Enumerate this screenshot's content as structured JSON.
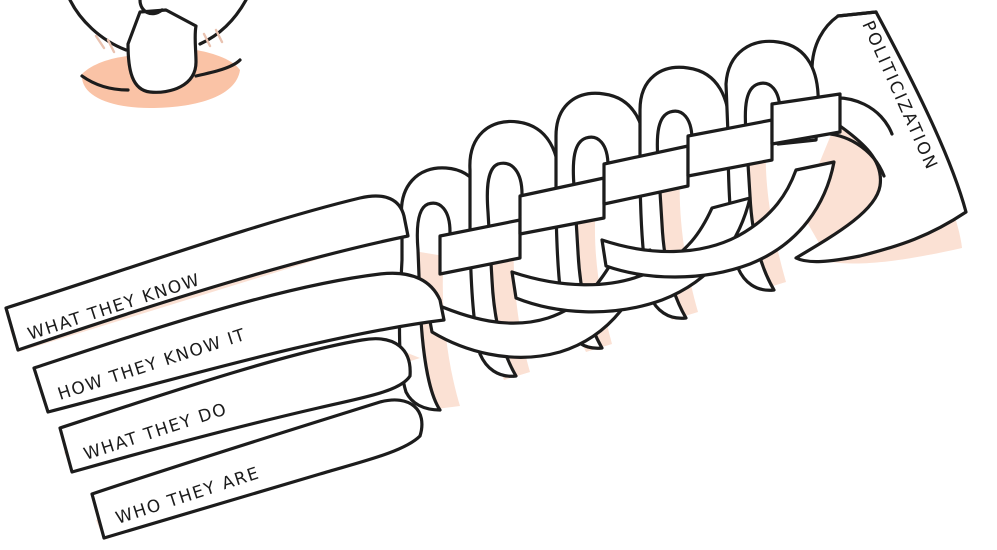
{
  "strands": [
    {
      "label": "WHAT THEY KNOW"
    },
    {
      "label": "HOW THEY KNOW IT"
    },
    {
      "label": "WHAT THEY DO"
    },
    {
      "label": "WHO THEY ARE"
    }
  ],
  "outcome": {
    "label": "POLITICIZATION"
  },
  "colors": {
    "ink": "#1c1c1c",
    "shadow": "#fbe1d4",
    "skin": "#fac3a6"
  }
}
